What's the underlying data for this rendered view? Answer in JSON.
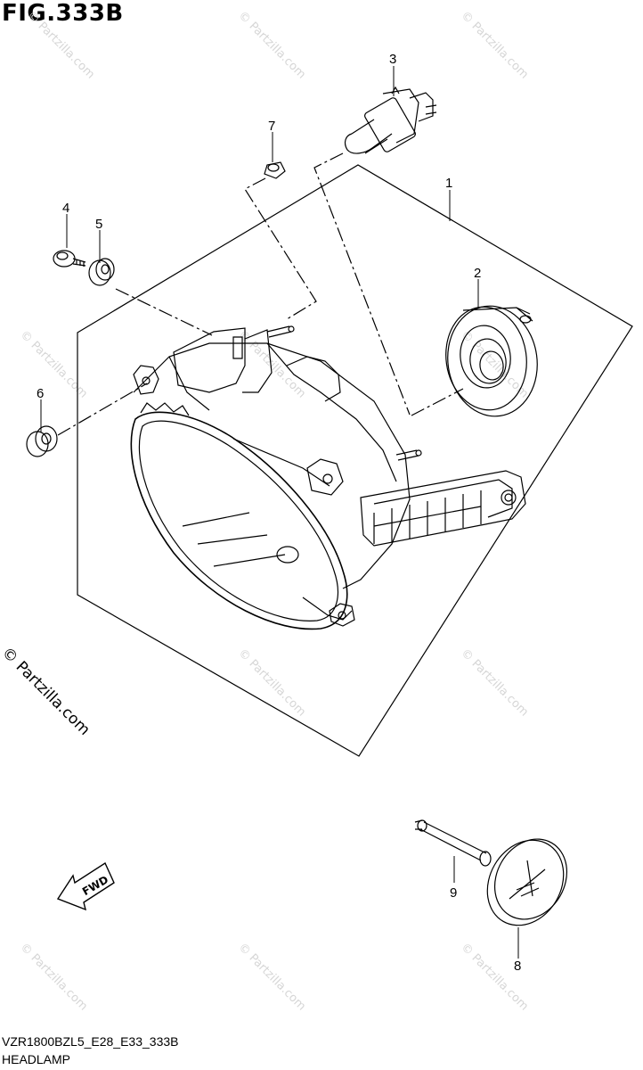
{
  "figure": {
    "title": "FIG.333B",
    "model_code": "VZR1800BZL5_E28_E33_333B",
    "section_name": "HEADLAMP"
  },
  "callouts": [
    "1",
    "2",
    "3",
    "4",
    "5",
    "6",
    "7",
    "8",
    "9"
  ],
  "fwd_label": "FWD",
  "watermark": {
    "main": "© Partzilla.com",
    "faint": "© Partzilla.com"
  }
}
